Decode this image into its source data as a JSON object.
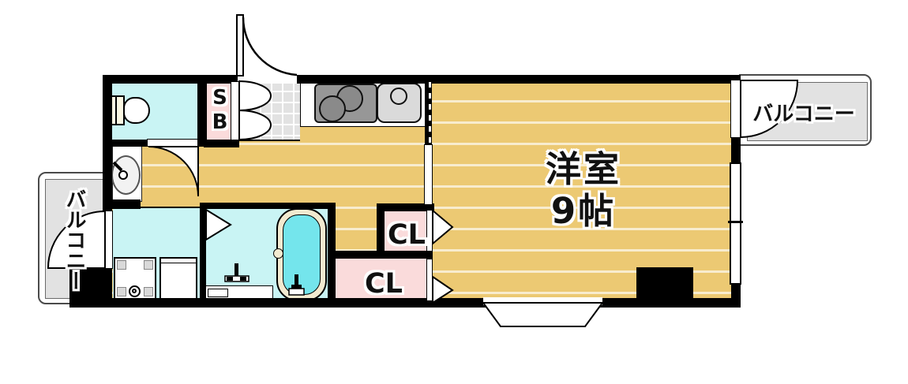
{
  "floorplan": {
    "labels": {
      "main_room_name": "洋室",
      "main_room_size": "9帖",
      "closet_upper": "CL",
      "closet_lower": "CL",
      "shoe_box": "SB",
      "balcony_right": "バルコニー",
      "balcony_left": "バルコニー"
    },
    "colors": {
      "wall": "#000000",
      "wood_floor": "#ecc973",
      "wet_room_floor": "#c9f4f4",
      "closet_floor": "#fadbdb",
      "entry_tile": "#e2e2e2",
      "balcony_floor": "#e2e2e2",
      "bathtub_water": "#74e5ec",
      "bathtub_rim": "#f2ead0"
    }
  }
}
